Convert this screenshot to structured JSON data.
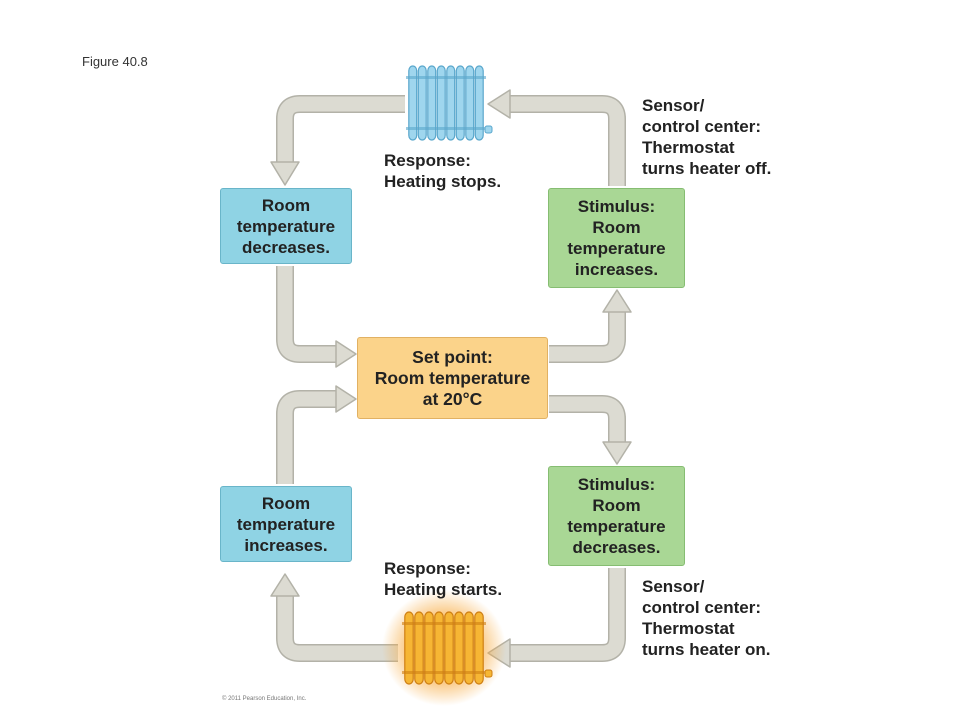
{
  "figure_label": "Figure 40.8",
  "copyright": "© 2011 Pearson Education, Inc.",
  "colors": {
    "arrow_fill": "#dcdbd2",
    "arrow_stroke": "#b3b2a8",
    "box_blue": "#8fd3e4",
    "box_green": "#a9d795",
    "box_orange": "#fbd38a",
    "heater_off": "#9fd6ee",
    "heater_on": "#f6b634"
  },
  "set_point": "Set point:\nRoom temperature\nat 20°C",
  "top_loop": {
    "decreases_box": "Room\ntemperature\ndecreases.",
    "stimulus_box": "Stimulus:\nRoom\ntemperature\nincreases.",
    "response_label": "Response:\nHeating stops.",
    "sensor_label": "Sensor/\ncontrol center:\nThermostat\nturns heater off.",
    "heater_icon": "radiator-off-icon"
  },
  "bottom_loop": {
    "increases_box": "Room\ntemperature\nincreases.",
    "stimulus_box": "Stimulus:\nRoom\ntemperature\ndecreases.",
    "response_label": "Response:\nHeating starts.",
    "sensor_label": "Sensor/\ncontrol center:\nThermostat\nturns heater on.",
    "heater_icon": "radiator-on-icon"
  }
}
